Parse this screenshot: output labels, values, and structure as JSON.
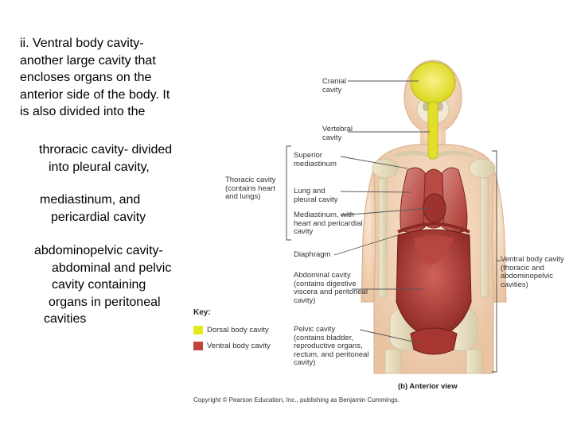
{
  "text": {
    "intro": [
      "ii.  Ventral body cavity-",
      "another large cavity that",
      "encloses organs on the",
      "anterior side of the body. It",
      "is also divided into the"
    ],
    "thoracic": [
      "throracic cavity- divided",
      "into pleural cavity,"
    ],
    "mediastinum": [
      "mediastinum, and",
      "pericardial cavity"
    ],
    "abdomino": [
      "abdominopelvic cavity-",
      "abdominal and pelvic",
      "cavity containing",
      "organs in peritoneal",
      "cavities"
    ]
  },
  "figure": {
    "labels": {
      "cranial": [
        "Cranial",
        "cavity"
      ],
      "vertebral": [
        "Vertebral",
        "cavity"
      ],
      "superior_mediastinum": [
        "Superior",
        "mediastinum"
      ],
      "thoracic": [
        "Thoracic cavity",
        "(contains heart",
        "and lungs)"
      ],
      "lung_pleural": [
        "Lung and",
        "pleural cavity"
      ],
      "mediastinum": [
        "Mediastinum, with",
        "heart and pericardial",
        "cavity"
      ],
      "diaphragm": [
        "Diaphragm"
      ],
      "abdominal": [
        "Abdominal cavity",
        "(contains digestive",
        "viscera and peritoneal",
        "cavity)"
      ],
      "pelvic": [
        "Pelvic cavity",
        "(contains bladder,",
        "reproductive organs,",
        "rectum, and peritoneal",
        "cavity)"
      ],
      "ventral": [
        "Ventral body cavity",
        "(thoracic and",
        "abdominopelvic",
        "cavities)"
      ]
    },
    "key": {
      "title": "Key:",
      "dorsal": "Dorsal body cavity",
      "ventral": "Ventral body cavity",
      "dorsal_color": "#e8e820",
      "ventral_color": "#c0443c"
    },
    "view_label": "(b) Anterior view",
    "copyright": "Copyright © Pearson Education, Inc., publishing as Benjamin Cummings."
  }
}
